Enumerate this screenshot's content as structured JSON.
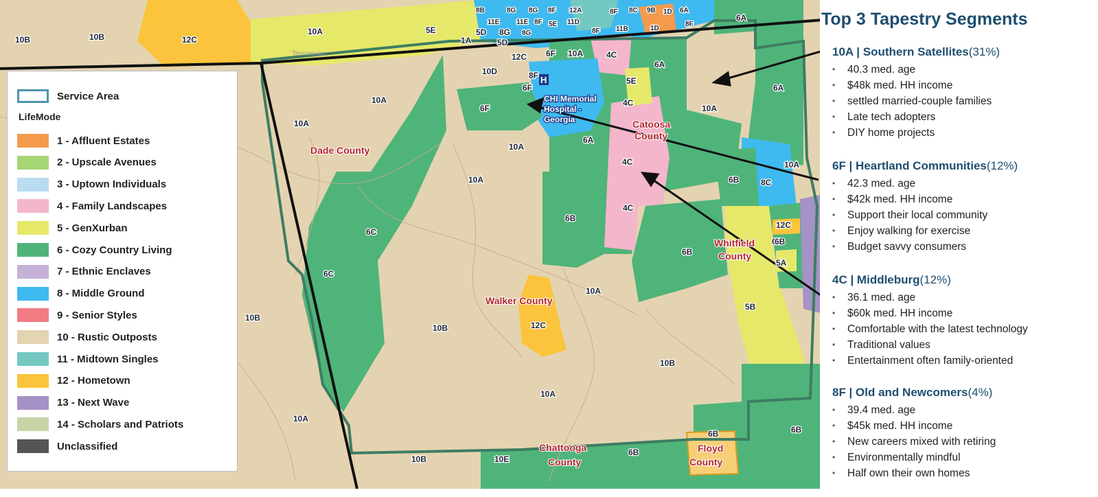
{
  "map": {
    "state_label": "Tennessee",
    "hospital": {
      "label_lines": [
        "CHI Memorial",
        "Hospital -",
        "Georgia"
      ],
      "marker": "H"
    },
    "counties": [
      {
        "name": "Dade County",
        "lines": [
          "Dade County"
        ]
      },
      {
        "name": "Catoosa County",
        "lines": [
          "Catoosa",
          "County"
        ]
      },
      {
        "name": "Walker County",
        "lines": [
          "Walker County"
        ]
      },
      {
        "name": "Whitfield County",
        "lines": [
          "Whitfield",
          "County"
        ]
      },
      {
        "name": "Chattooga County",
        "lines": [
          "Chattooga",
          "County"
        ]
      },
      {
        "name": "Floyd County",
        "lines": [
          "Floyd",
          "County"
        ]
      }
    ],
    "segment_labels": [
      "10B",
      "10B",
      "12C",
      "10A",
      "5E",
      "1A",
      "5D",
      "8G",
      "5D",
      "10A",
      "12C",
      "6F",
      "10A",
      "4C",
      "6A",
      "6A",
      "10D",
      "8F",
      "6F",
      "6F",
      "5E",
      "4C",
      "10A",
      "10A",
      "10A",
      "6A",
      "10A",
      "4C",
      "4C",
      "6B",
      "10A",
      "8C",
      "6B",
      "6C",
      "6C",
      "10B",
      "6B",
      "10B",
      "12C",
      "10A",
      "6B",
      "12C",
      "6B",
      "5A",
      "5B",
      "10B",
      "10A",
      "10A",
      "10B",
      "10E",
      "6B",
      "6B",
      "6B",
      "10A",
      "8B",
      "8G",
      "8G",
      "8F",
      "12A",
      "8F",
      "8C",
      "9B",
      "1D",
      "6A",
      "11E",
      "11E",
      "8F",
      "11D",
      "8F",
      "11B",
      "1D",
      "8F",
      "5E",
      "8G",
      "6A"
    ]
  },
  "legend": {
    "service_area_label": "Service Area",
    "service_area_color": "#4e94a8",
    "title": "LifeMode",
    "items": [
      {
        "label": "1 - Affluent Estates",
        "color": "#f39a4d"
      },
      {
        "label": "2 - Upscale Avenues",
        "color": "#a7d676"
      },
      {
        "label": "3 - Uptown Individuals",
        "color": "#b9dcf1"
      },
      {
        "label": "4 - Family Landscapes",
        "color": "#f4b6cb"
      },
      {
        "label": "5 - GenXurban",
        "color": "#e6e86a"
      },
      {
        "label": "6 - Cozy Country Living",
        "color": "#4fb47a"
      },
      {
        "label": "7 - Ethnic Enclaves",
        "color": "#c6b1d8"
      },
      {
        "label": "8 - Middle Ground",
        "color": "#3ebaf0"
      },
      {
        "label": "9 - Senior Styles",
        "color": "#f07b83"
      },
      {
        "label": "10 - Rustic Outposts",
        "color": "#e4d3b0"
      },
      {
        "label": "11 - Midtown Singles",
        "color": "#74c8c2"
      },
      {
        "label": "12 - Hometown",
        "color": "#fbc43c"
      },
      {
        "label": "13 - Next Wave",
        "color": "#a592c6"
      },
      {
        "label": "14 - Scholars and Patriots",
        "color": "#c6d4a6"
      },
      {
        "label": "Unclassified",
        "color": "#555555"
      }
    ]
  },
  "panel": {
    "title": "Top 3 Tapestry Segments",
    "segments": [
      {
        "code_name": "10A | Southern Satellites",
        "share": "(31%)",
        "bullets": [
          "40.3 med. age",
          "$48k med. HH income",
          "settled married-couple families",
          "Late tech adopters",
          "DIY home projects"
        ]
      },
      {
        "code_name": "6F | Heartland Communities",
        "share": "(12%)",
        "bullets": [
          "42.3 med. age",
          "$42k med. HH income",
          "Support their local community",
          "Enjoy walking for exercise",
          "Budget savvy consumers"
        ]
      },
      {
        "code_name": "4C | Middleburg",
        "share": "(12%)",
        "bullets": [
          "36.1 med. age",
          "$60k med. HH income",
          "Comfortable with the latest technology",
          "Traditional values",
          "Entertainment often family-oriented"
        ]
      },
      {
        "code_name": "8F | Old and Newcomers",
        "share": "(4%)",
        "bullets": [
          "39.4 med. age",
          "$45k med. HH income",
          "New careers mixed with retiring",
          "Environmentally mindful",
          "Half own their own homes"
        ]
      }
    ]
  }
}
